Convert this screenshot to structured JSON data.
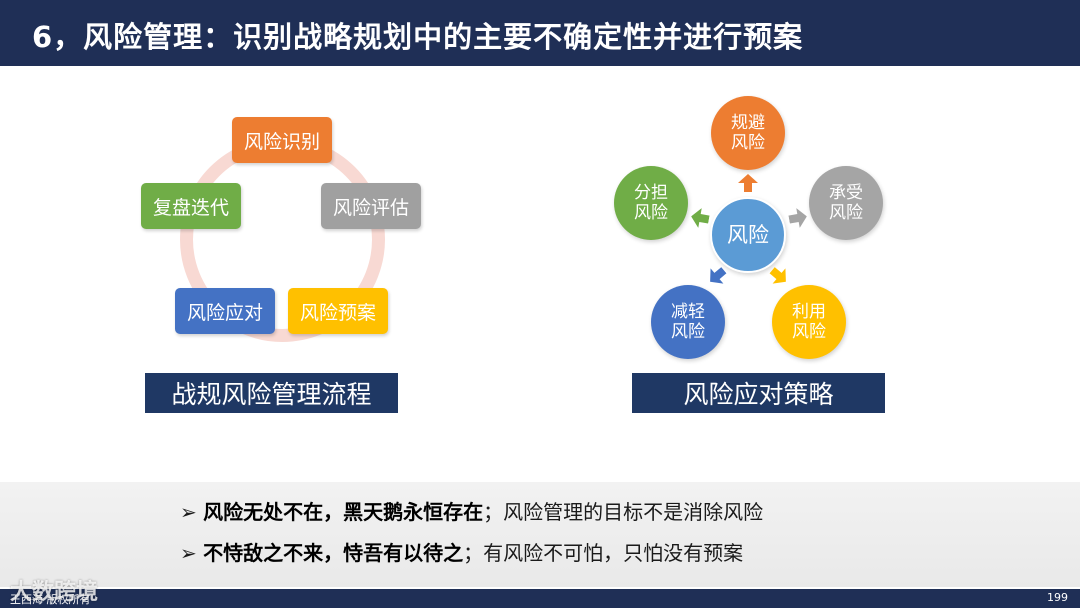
{
  "slide": {
    "title": "6，风险管理：识别战略规划中的主要不确定性并进行预案",
    "page_number": "199"
  },
  "process": {
    "steps": [
      "风险识别",
      "风险评估",
      "风险预案",
      "风险应对",
      "复盘迭代"
    ],
    "caption": "战规风险管理流程"
  },
  "strategy": {
    "center": "风险",
    "options": {
      "avoid": [
        "规避",
        "风险"
      ],
      "accept": [
        "承受",
        "风险"
      ],
      "use": [
        "利用",
        "风险"
      ],
      "reduce": [
        "减轻",
        "风险"
      ],
      "share": [
        "分担",
        "风险"
      ]
    },
    "caption": "风险应对策略"
  },
  "messages": [
    {
      "bold": "风险无处不在，黑天鹅永恒存在",
      "rest": "；风险管理的目标不是消除风险"
    },
    {
      "bold": "不恃敌之不来，恃吾有以待之",
      "rest": "；有风险不可怕，只怕没有预案"
    }
  ],
  "footer": {
    "copyright": "王西海 版权所有",
    "watermark": "大数跨境"
  },
  "colors": {
    "navy": "#1f2f56",
    "orange": "#ed7d31",
    "gray": "#a5a5a5",
    "yellow": "#ffc000",
    "blue": "#4472c4",
    "green": "#70ad47",
    "light_blue": "#5b9bd5"
  },
  "icons": [
    "arrow-right-icon",
    "arrow-up-icon"
  ]
}
